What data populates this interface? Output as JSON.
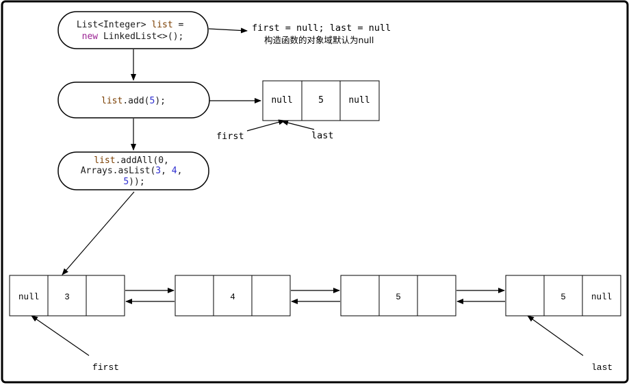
{
  "colors": {
    "code_default": "#1a1a1a",
    "code_keyword": "#9b2393",
    "code_var": "#7a3e00",
    "code_number": "#2d2dd0",
    "line": "#000000",
    "frame": "#000000"
  },
  "steps": [
    {
      "id": "declare",
      "lines": [
        [
          {
            "t": "List<Integer> ",
            "c": "code_default"
          },
          {
            "t": "list",
            "c": "code_var"
          },
          {
            "t": " =",
            "c": "code_default"
          }
        ],
        [
          {
            "t": "new",
            "c": "code_keyword"
          },
          {
            "t": " LinkedList<>();",
            "c": "code_default"
          }
        ]
      ]
    },
    {
      "id": "add",
      "lines": [
        [
          {
            "t": "list",
            "c": "code_var"
          },
          {
            "t": ".add(",
            "c": "code_default"
          },
          {
            "t": "5",
            "c": "code_number"
          },
          {
            "t": ");",
            "c": "code_default"
          }
        ]
      ]
    },
    {
      "id": "add-all",
      "lines": [
        [
          {
            "t": "list",
            "c": "code_var"
          },
          {
            "t": ".addAll(0,",
            "c": "code_default"
          }
        ],
        [
          {
            "t": "Arrays.asList(",
            "c": "code_default"
          },
          {
            "t": "3",
            "c": "code_number"
          },
          {
            "t": ", ",
            "c": "code_default"
          },
          {
            "t": "4",
            "c": "code_number"
          },
          {
            "t": ",",
            "c": "code_default"
          }
        ],
        [
          {
            "t": "5",
            "c": "code_number"
          },
          {
            "t": "));",
            "c": "code_default"
          }
        ]
      ]
    }
  ],
  "notes": {
    "init_state": "first = null; last = null",
    "init_caption": "构造函数的对象域默认为null"
  },
  "single_node": {
    "cells": [
      "null",
      "5",
      "null"
    ],
    "first_label": "first",
    "last_label": "last"
  },
  "chain": {
    "nodes": [
      {
        "cells": [
          "null",
          "3",
          ""
        ]
      },
      {
        "cells": [
          "",
          "4",
          ""
        ]
      },
      {
        "cells": [
          "",
          "5",
          ""
        ]
      },
      {
        "cells": [
          "",
          "5",
          "null"
        ]
      }
    ],
    "first_label": "first",
    "last_label": "last"
  }
}
